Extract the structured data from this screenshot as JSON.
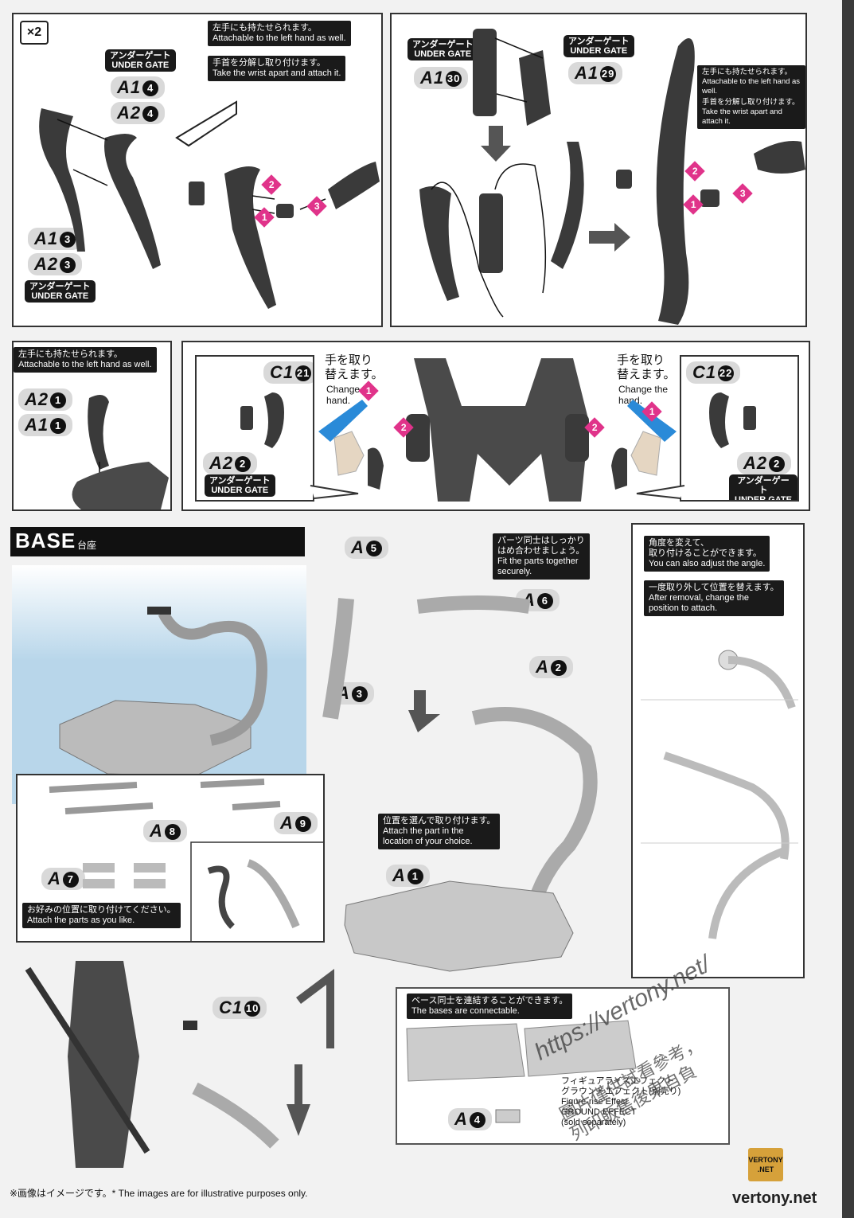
{
  "panels": {
    "p1": {
      "qty": "×2",
      "under_gate_top": {
        "jp": "アンダーゲート",
        "en": "UNDER GATE"
      },
      "parts_top": [
        {
          "code": "A1",
          "num": "4"
        },
        {
          "code": "A2",
          "num": "4"
        }
      ],
      "parts_bottom": [
        {
          "code": "A1",
          "num": "3"
        },
        {
          "code": "A2",
          "num": "3"
        }
      ],
      "under_gate_bottom": {
        "jp": "アンダーゲート",
        "en": "UNDER GATE"
      },
      "note1": "左手にも持たせられます。\nAttachable to the left hand as well.",
      "note2": "手首を分解し取り付けます。\nTake the wrist apart and attach it.",
      "marks": [
        "1",
        "2",
        "3"
      ]
    },
    "p2": {
      "left_label": {
        "jp": "アンダーゲート",
        "en": "UNDER GATE",
        "code": "A1",
        "num": "30"
      },
      "right_label": {
        "jp": "アンダーゲート",
        "en": "UNDER GATE",
        "code": "A1",
        "num": "29"
      },
      "note1": "左手にも持たせられます。\nAttachable to the left hand as well.",
      "note2": "手首を分解し取り付けます。\nTake the wrist apart and attach it.",
      "marks": [
        "1",
        "2",
        "3"
      ]
    },
    "p3": {
      "note": "左手にも持たせられます。\nAttachable to the left hand as well.",
      "parts": [
        {
          "code": "A2",
          "num": "1"
        },
        {
          "code": "A1",
          "num": "1"
        }
      ]
    },
    "p4": {
      "left_part": {
        "code": "C1",
        "num": "21"
      },
      "left_part2": {
        "code": "A2",
        "num": "2"
      },
      "left_ug": {
        "jp": "アンダーゲート",
        "en": "UNDER GATE"
      },
      "left_change": "手を取り\n替えます。",
      "left_change_en": "Change the\nhand.",
      "right_part": {
        "code": "C1",
        "num": "22"
      },
      "right_part2": {
        "code": "A2",
        "num": "2"
      },
      "right_ug": {
        "jp": "アンダーゲート",
        "en": "UNDER GATE"
      },
      "right_change": "手を取り\n替えます。",
      "right_change_en": "Change the\nhand.",
      "marks": [
        "1",
        "2"
      ]
    },
    "base": {
      "title": "BASE",
      "title_jp": "台座",
      "parts": {
        "a5": {
          "code": "A",
          "num": "5"
        },
        "a6": {
          "code": "A",
          "num": "6"
        },
        "a2": {
          "code": "A",
          "num": "2"
        },
        "a3": {
          "code": "A",
          "num": "3"
        },
        "a1": {
          "code": "A",
          "num": "1"
        },
        "a8": {
          "code": "A",
          "num": "8"
        },
        "a9": {
          "code": "A",
          "num": "9"
        },
        "a7": {
          "code": "A",
          "num": "7"
        },
        "c10": {
          "code": "C1",
          "num": "10"
        },
        "a4": {
          "code": "A",
          "num": "4"
        }
      },
      "note_fit": "パーツ同士はしっかり\nはめ合わせましょう。\nFit the parts together\nsecurely.",
      "note_angle": "角度を変えて、\n取り付けることができます。\nYou can also adjust the angle.",
      "note_remove": "一度取り外して位置を替えます。\nAfter removal, change the\nposition to attach.",
      "note_location": "位置を選んで取り付けます。\nAttach the part in the\nlocation of your choice.",
      "note_like": "お好みの位置に取り付けてください。\nAttach the parts as you like.",
      "note_connect": "ベース同士を連結することができます。\nThe bases are connectable.",
      "effect_text": "フィギュアライズエフェクト\nグラウンドエフェクト(別売り)\nFigure-rise Effect\nGROUND EFFECT\n(sold separately)"
    }
  },
  "footer": "※画像はイメージです。* The images are for illustrative purposes only.",
  "watermark": {
    "url": "https://vertony.net/",
    "cn": "圖片僅供試看參考，\n列印販售後果自負",
    "logo": "VERTONY\n.NET",
    "site": "vertony.net"
  },
  "colors": {
    "accent": "#e0338a",
    "arrow_blue": "#2a8ad8",
    "base_bg": "#b8d6ea"
  }
}
